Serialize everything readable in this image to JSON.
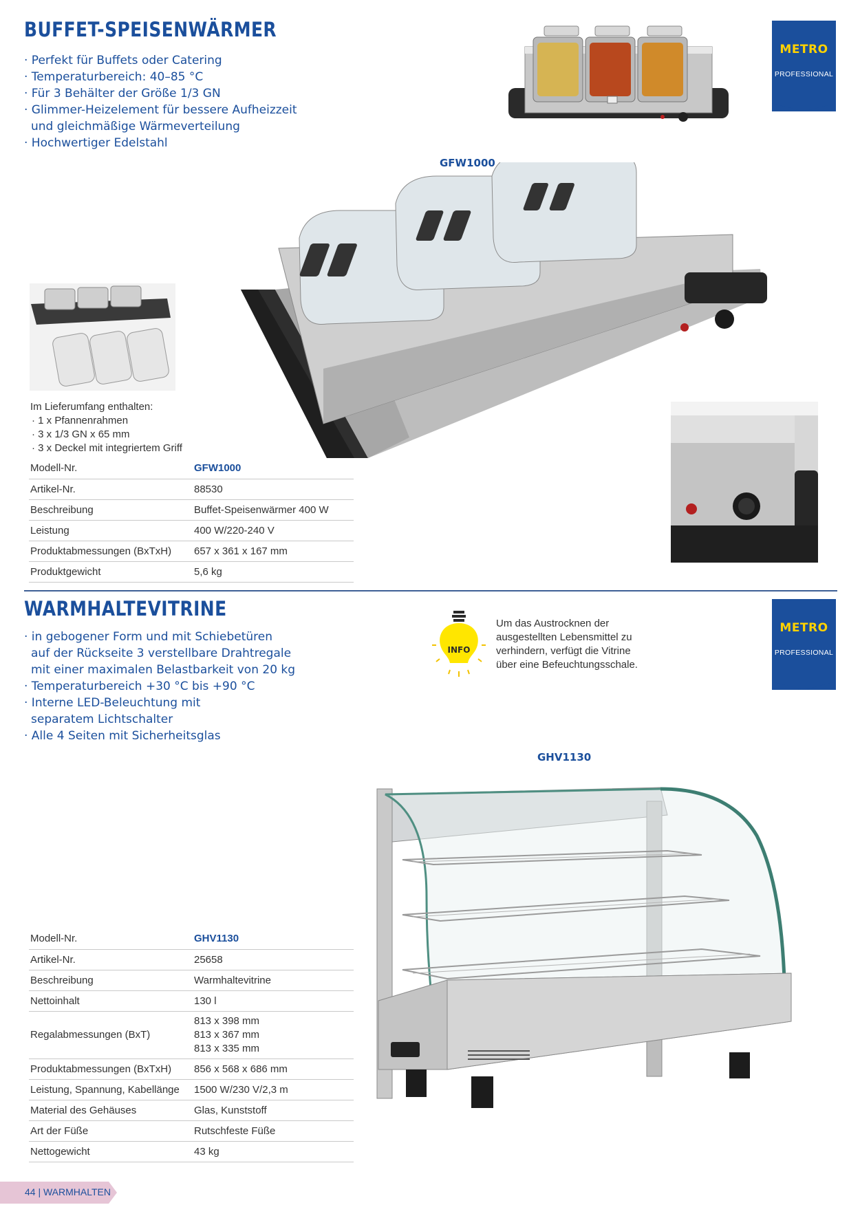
{
  "brand": {
    "logo_text": "METRO",
    "logo_sub": "PROFESSIONAL",
    "brand_color": "#1b4f9c",
    "logo_color": "#ffd200"
  },
  "section1": {
    "title": "BUFFET-SPEISENWÄRMER",
    "bullets": [
      "· Perfekt für Buffets oder Catering",
      "· Temperaturbereich: 40–85 °C",
      "· Für 3 Behälter der Größe 1/3 GN",
      "· Glimmer-Heizelement für bessere Aufheizzeit",
      "  und gleichmäßige Wärmeverteilung",
      "· Hochwertiger Edelstahl"
    ],
    "model_label": "GFW1000",
    "included_title": "Im Lieferumfang enthalten:",
    "included_items": [
      "· 1 x Pfannenrahmen",
      "· 3 x 1/3 GN x 65 mm",
      "· 3 x Deckel mit integriertem Griff"
    ],
    "specs": [
      {
        "label": "Modell-Nr.",
        "value": "GFW1000"
      },
      {
        "label": "Artikel-Nr.",
        "value": "88530"
      },
      {
        "label": "Beschreibung",
        "value": "Buffet-Speisenwärmer 400 W"
      },
      {
        "label": "Leistung",
        "value": "400 W/220-240 V"
      },
      {
        "label": "Produktabmessungen (BxTxH)",
        "value": "657 x 361 x 167 mm"
      },
      {
        "label": "Produktgewicht",
        "value": "5,6 kg"
      }
    ]
  },
  "section2": {
    "title": "WARMHALTEVITRINE",
    "bullets": [
      "· in gebogener Form und mit Schiebetüren",
      "  auf der Rückseite 3 verstellbare Drahtregale",
      "  mit einer maximalen Belastbarkeit von 20 kg",
      "· Temperaturbereich +30 °C bis +90 °C",
      "· Interne LED-Beleuchtung mit",
      "  separatem Lichtschalter",
      "· Alle 4 Seiten mit Sicherheitsglas"
    ],
    "info_label": "INFO",
    "info_text": [
      "Um das Austrocknen der",
      "ausgestellten Lebensmittel zu",
      "verhindern, verfügt die Vitrine",
      "über eine Befeuchtungsschale."
    ],
    "model_label": "GHV1130",
    "specs": [
      {
        "label": "Modell-Nr.",
        "value": "GHV1130"
      },
      {
        "label": "Artikel-Nr.",
        "value": "25658"
      },
      {
        "label": "Beschreibung",
        "value": "Warmhaltevitrine"
      },
      {
        "label": "Nettoinhalt",
        "value": "130 l"
      },
      {
        "label": "Regalabmessungen (BxT)",
        "value_lines": [
          "813 x 398 mm",
          "813 x 367 mm",
          "813 x 335 mm"
        ]
      },
      {
        "label": "Produktabmessungen (BxTxH)",
        "value": "856 x 568 x 686 mm"
      },
      {
        "label": "Leistung, Spannung, Kabellänge",
        "value": "1500 W/230 V/2,3 m"
      },
      {
        "label": "Material des Gehäuses",
        "value": "Glas, Kunststoff"
      },
      {
        "label": "Art der Füße",
        "value": "Rutschfeste Füße"
      },
      {
        "label": "Nettogewicht",
        "value": "43 kg"
      }
    ]
  },
  "footer": {
    "page_label": "44 | WARMHALTEN",
    "tab_color": "#e6c5d6"
  }
}
